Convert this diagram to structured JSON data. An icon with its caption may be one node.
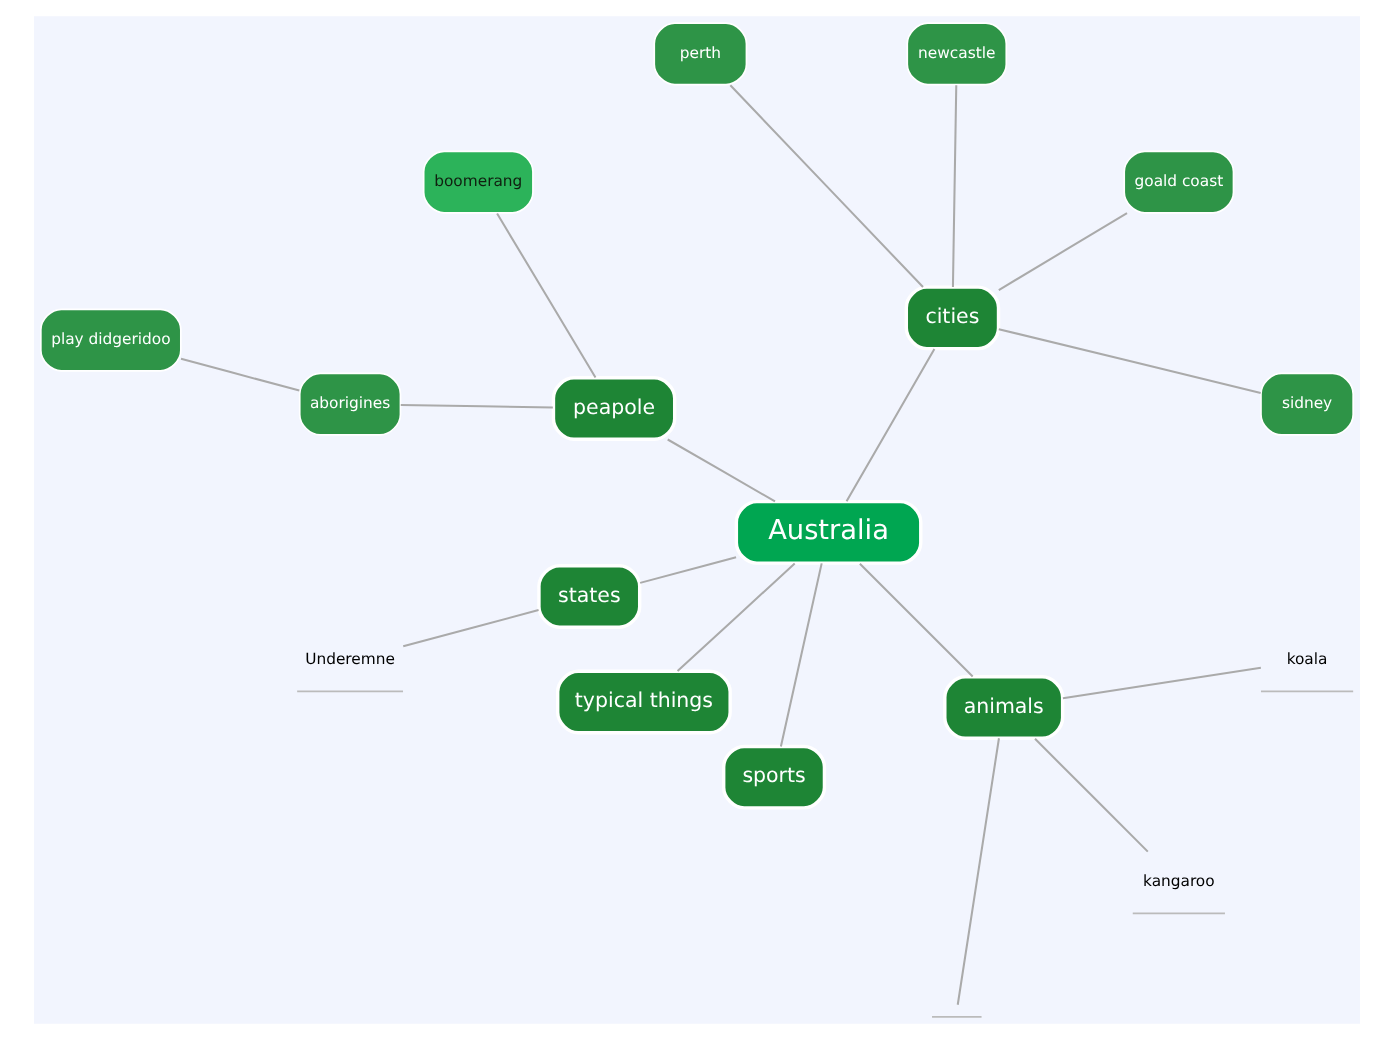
{
  "diagram": {
    "nodes": [
      {
        "text": [
          "Australia"
        ]
      },
      {
        "text": [
          "cities"
        ]
      },
      {
        "text": [
          "sidney"
        ]
      },
      {
        "text": [
          "goald coast"
        ]
      },
      {
        "text": [
          "newcastle"
        ]
      },
      {
        "text": [
          "perth"
        ]
      },
      {
        "text": [
          "peapole"
        ]
      },
      {
        "text": [
          "boomerang"
        ]
      },
      {
        "text": [
          "aborigines"
        ]
      },
      {
        "text": [
          "play didgeridoo"
        ]
      },
      {
        "text": [
          "states"
        ]
      },
      {
        "text": [
          "Underemne"
        ]
      },
      {
        "text": [
          "typical things"
        ]
      },
      {
        "text": [
          "sports"
        ]
      },
      {
        "text": [
          "animals"
        ]
      },
      {
        "text": [],
        "shape": "line"
      },
      {
        "text": [
          "kangaroo"
        ]
      },
      {
        "text": [
          "koala"
        ]
      }
    ],
    "edges": [
      {
        "from": 0,
        "to": 1,
        "arrow": "none"
      },
      {
        "from": 1,
        "to": 2,
        "arrow": "none"
      },
      {
        "from": 1,
        "to": 3,
        "arrow": "none"
      },
      {
        "from": 1,
        "to": 4,
        "arrow": "none"
      },
      {
        "from": 1,
        "to": 5,
        "arrow": "none"
      },
      {
        "from": 0,
        "to": 6,
        "arrow": "none"
      },
      {
        "from": 6,
        "to": 7,
        "arrow": "none"
      },
      {
        "from": 6,
        "to": 8,
        "arrow": "none"
      },
      {
        "from": 8,
        "to": 9,
        "arrow": "none"
      },
      {
        "from": 0,
        "to": 10,
        "arrow": "none"
      },
      {
        "from": 10,
        "to": 11,
        "arrow": "none"
      },
      {
        "from": 0,
        "to": 12,
        "arrow": "none"
      },
      {
        "from": 0,
        "to": 13,
        "arrow": "none"
      },
      {
        "from": 0,
        "to": 14,
        "arrow": "none"
      },
      {
        "from": 14,
        "to": 15,
        "arrow": "none"
      },
      {
        "from": 14,
        "to": 16,
        "arrow": "none"
      },
      {
        "from": 14,
        "to": 17,
        "arrow": "none"
      }
    ]
  }
}
